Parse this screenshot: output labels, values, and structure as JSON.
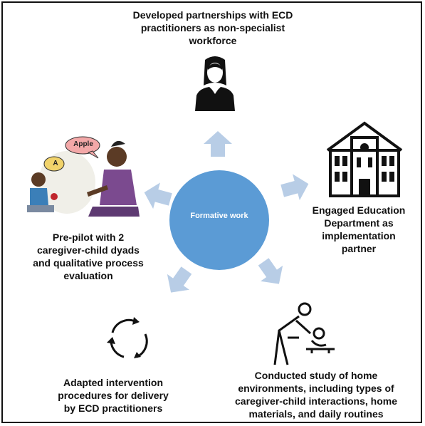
{
  "center": {
    "label": "Formative work"
  },
  "nodes": {
    "top": "Developed partnerships with ECD\npractitioners as non-specialist\nworkforce",
    "right": "Engaged Education\nDepartment as\nimplementation\npartner",
    "bottom_right": "Conducted study of home\nenvironments, including types of\ncaregiver-child interactions, home\nmaterials, and daily routines",
    "bottom_left": "Adapted intervention\nprocedures for delivery\nby ECD practitioners",
    "left": "Pre-pilot with 2\ncaregiver-child dyads\nand qualitative process\nevaluation"
  },
  "illustration": {
    "bubble_apple": "Apple",
    "bubble_letter": "A"
  },
  "colors": {
    "center": "#5b9bd5",
    "arrow": "#b8cde6",
    "text": "#111111"
  },
  "icons": [
    "woman-icon",
    "school-building-icon",
    "caregiver-diapering-icon",
    "cycle-arrows-icon",
    "caregiver-child-illustration"
  ]
}
